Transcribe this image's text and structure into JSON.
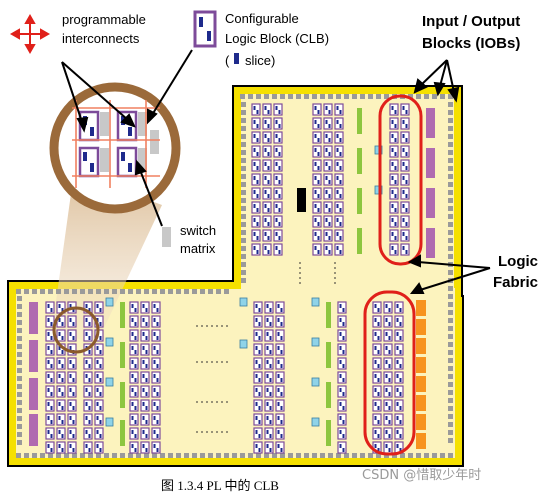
{
  "labels": {
    "interconnects": [
      "programmable",
      "interconnects"
    ],
    "clb": [
      "Configurable",
      "Logic Block (CLB)"
    ],
    "slice_open": "(",
    "slice_text": "slice)",
    "iob": [
      "Input / Output",
      "Blocks (IOBs)"
    ],
    "switch": [
      "switch",
      "matrix"
    ],
    "fabric": [
      "Logic",
      "Fabric"
    ]
  },
  "caption": "图 1.3.4 PL 中的 CLB",
  "watermark": "CSDN @惜取少年时",
  "colors": {
    "chip_fill": "#fcf3be",
    "border": "#f5e000",
    "iob_pad": "#9a9a9a",
    "iob_bar": "#b06bb0",
    "clb_purple": "#7d4b9a",
    "slice_blue": "#1e2a8c",
    "highlight_red": "#e0201a",
    "zoom_ring": "#9b6a3a",
    "dsp_green": "#8dc63f",
    "bram_cyan": "#8fd3e8",
    "orange_block": "#f7931e"
  }
}
